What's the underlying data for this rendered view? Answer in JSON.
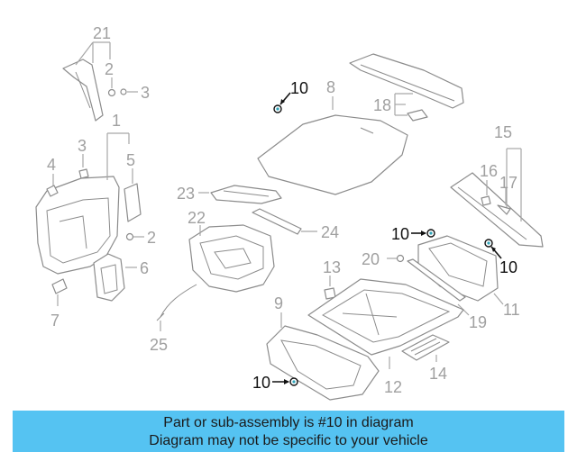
{
  "callouts": {
    "c1": "1",
    "c2a": "2",
    "c2b": "2",
    "c3a": "3",
    "c3b": "3",
    "c4": "4",
    "c5": "5",
    "c6": "6",
    "c7": "7",
    "c8": "8",
    "c9": "9",
    "c10a": "10",
    "c10b": "10",
    "c10c": "10",
    "c10d": "10",
    "c11": "11",
    "c12": "12",
    "c13": "13",
    "c14": "14",
    "c15": "15",
    "c16": "16",
    "c17": "17",
    "c18": "18",
    "c19": "19",
    "c20": "20",
    "c21": "21",
    "c22": "22",
    "c23": "23",
    "c24": "24",
    "c25": "25"
  },
  "banner": {
    "line1": "Part or sub-assembly is #10 in diagram",
    "line2": "Diagram may not be specific to your vehicle"
  },
  "colors": {
    "banner": "#55c3f2",
    "part_line": "#8c8c8c",
    "highlight": "#111111"
  }
}
